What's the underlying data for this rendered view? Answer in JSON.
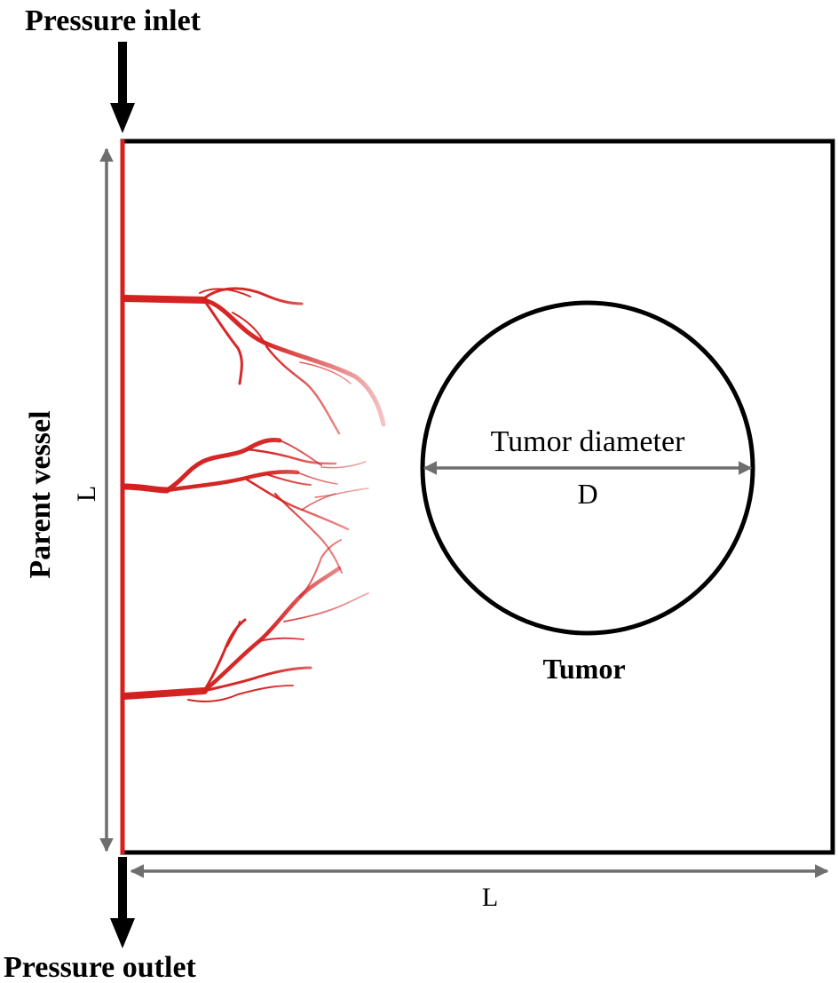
{
  "labels": {
    "pressure_inlet": "Pressure inlet",
    "pressure_outlet": "Pressure outlet",
    "parent_vessel": "Parent vessel",
    "height_dimension": "L",
    "width_dimension": "L",
    "tumor_diameter": "Tumor diameter",
    "diameter_symbol": "D",
    "tumor": "Tumor"
  },
  "colors": {
    "vessel_red": "#d41f1f",
    "dimension_gray": "#6e6e6e",
    "outline_black": "#000000"
  }
}
